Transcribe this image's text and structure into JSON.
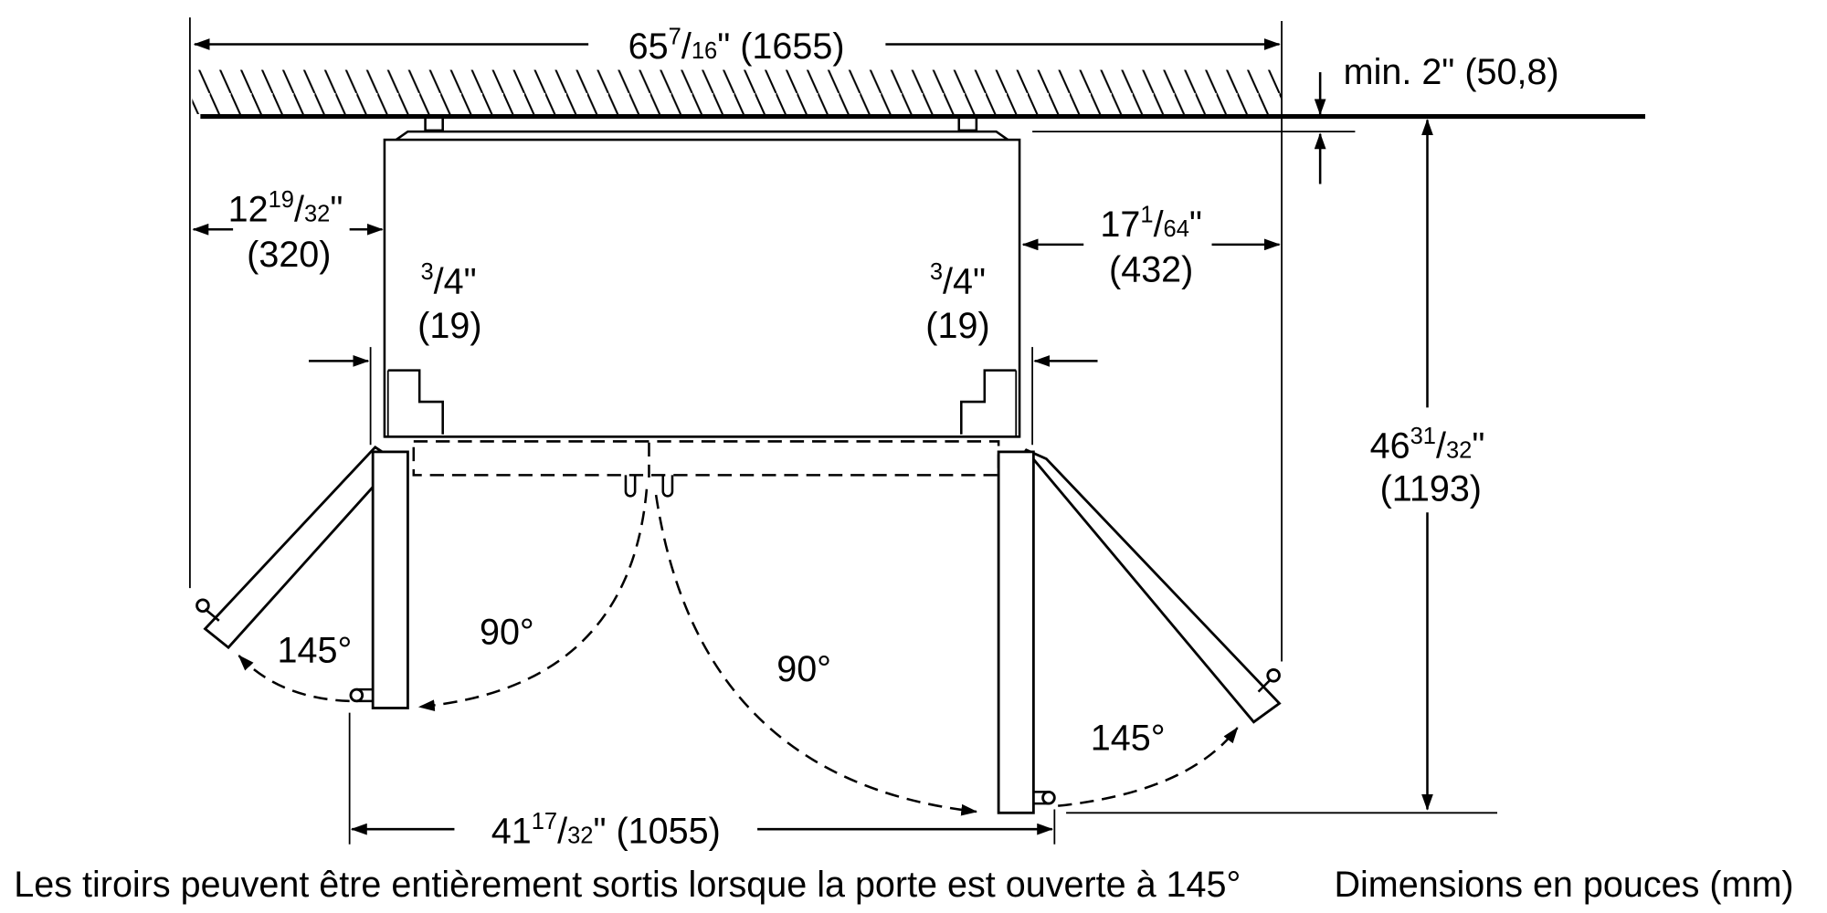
{
  "dimensions": {
    "total_width": {
      "whole": "65",
      "num": "7",
      "den": "16",
      "mm": "(1655)"
    },
    "clearance_top": {
      "label": "min. 2\" (50,8)"
    },
    "left_side": {
      "whole": "12",
      "num": "19",
      "den": "32",
      "mm": "(320)"
    },
    "right_side": {
      "whole": "17",
      "num": "1",
      "den": "64",
      "mm": "(432)"
    },
    "hinge_left": {
      "num": "3",
      "den": "4",
      "mm": "(19)"
    },
    "hinge_right": {
      "num": "3",
      "den": "4",
      "mm": "(19)"
    },
    "door_span": {
      "whole": "41",
      "num": "17",
      "den": "32",
      "mm": "(1055)"
    },
    "depth": {
      "whole": "46",
      "num": "31",
      "den": "32",
      "mm": "(1193)"
    }
  },
  "angles": {
    "left_90": "90°",
    "left_145": "145°",
    "right_90": "90°",
    "right_145": "145°"
  },
  "captions": {
    "note": "Les tiroirs peuvent être entièrement sortis lorsque la porte est ouverte à 145°",
    "units": "Dimensions en pouces (mm)"
  }
}
